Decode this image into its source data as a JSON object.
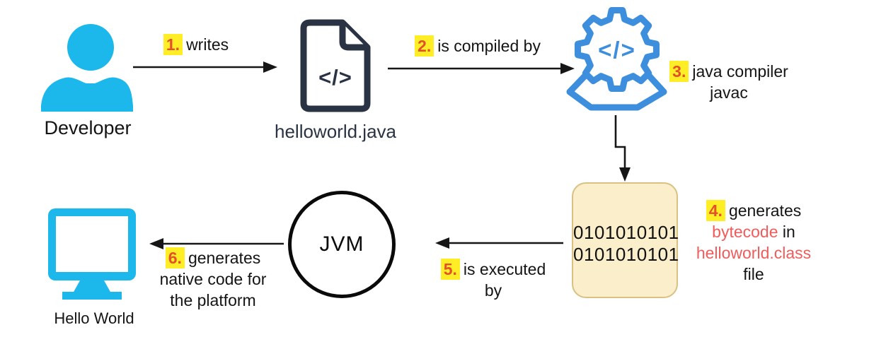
{
  "colors": {
    "cyan": "#1cb8ec",
    "blue": "#3e8ede",
    "navy": "#2a3344",
    "cream": "#faeecb",
    "cream_border": "#d9c184",
    "highlight": "#ffee26",
    "step_number": "#e2512b",
    "red_text": "#f05c5c",
    "line": "#161616",
    "text": "#141414"
  },
  "nodes": {
    "developer": {
      "label": "Developer"
    },
    "source_file": {
      "label": "helloworld.java",
      "icon_text": "</>"
    },
    "compiler": {
      "icon_text": "</>"
    },
    "bytecode": {
      "line1": "0101010101",
      "line2": "0101010101"
    },
    "jvm": {
      "label": "JVM"
    },
    "output": {
      "label": "Hello World"
    }
  },
  "steps": {
    "s1": {
      "num": "1.",
      "text": "writes"
    },
    "s2": {
      "num": "2.",
      "text": "is compiled by"
    },
    "s3": {
      "num": "3.",
      "line1": "java compiler",
      "line2": "javac"
    },
    "s4": {
      "num": "4.",
      "line1": "generates",
      "line2_red": "bytecode",
      "line2_rest": " in",
      "line3_red": "helloworld.class",
      "line4": "file"
    },
    "s5": {
      "num": "5.",
      "line1": "is executed",
      "line2": "by"
    },
    "s6": {
      "num": "6.",
      "line1": "generates",
      "line2": "native code for",
      "line3": "the platform"
    }
  }
}
